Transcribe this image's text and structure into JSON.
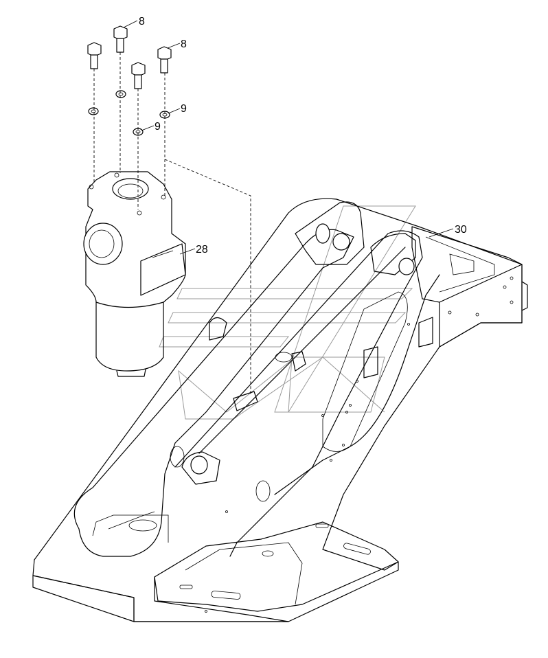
{
  "callouts": {
    "bolt_left_label": "8",
    "bolt_right_label": "8",
    "washer_right_label": "9",
    "washer_center_label": "9",
    "filter_label": "28",
    "bracket_label": "30"
  }
}
